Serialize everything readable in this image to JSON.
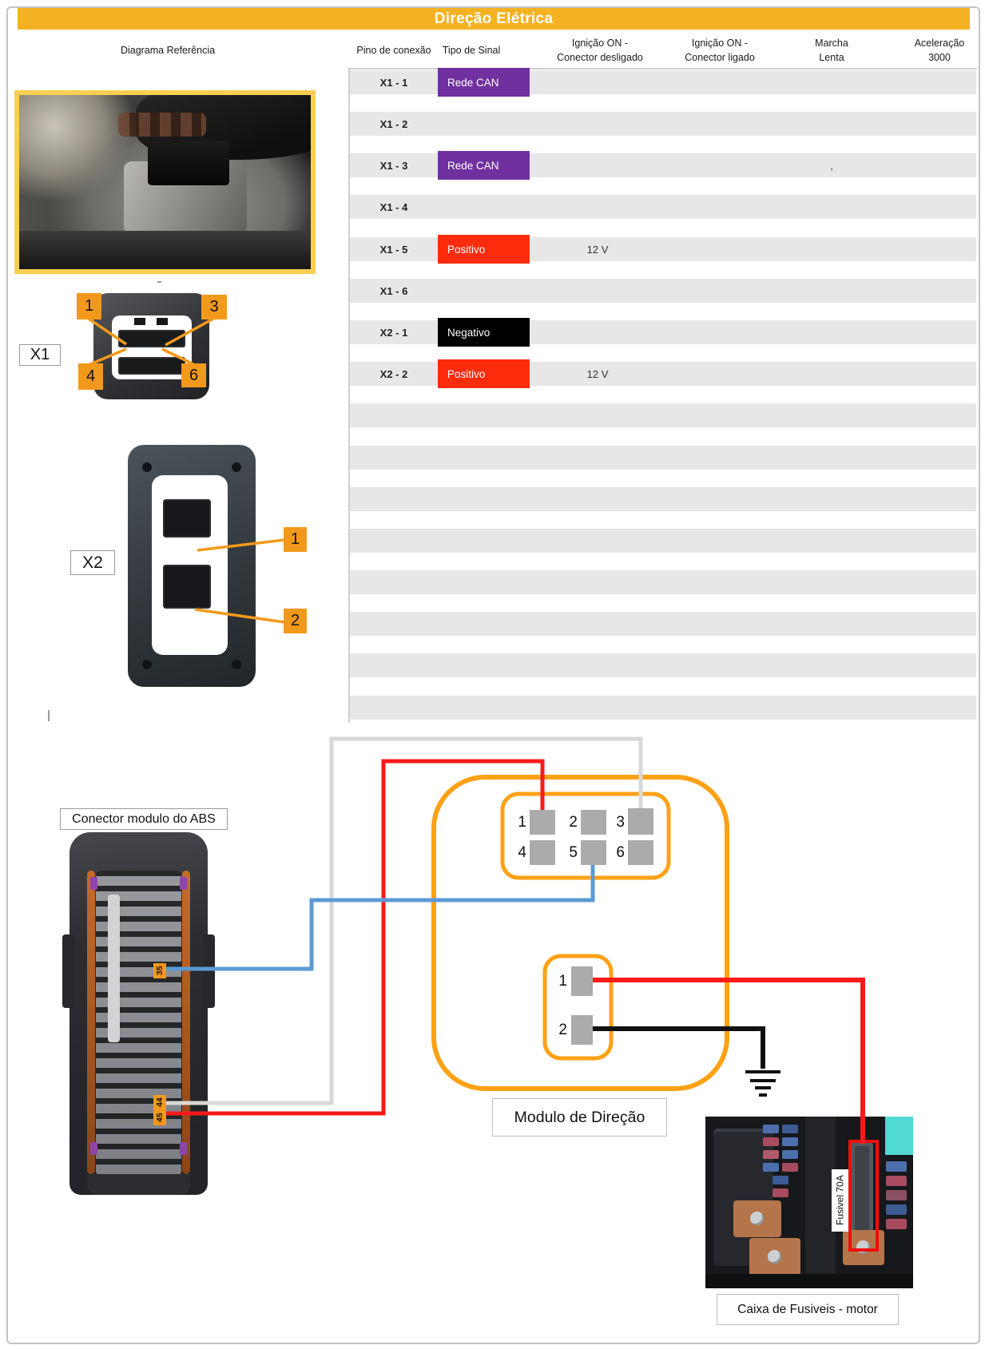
{
  "colors": {
    "header_gold": "#f4b223",
    "photo_border_yellow": "#f9ce52",
    "tag_orange": "#f2991c",
    "module_orange": "#ffa115",
    "wire_red": "#f81a1a",
    "wire_blue": "#5b9bd5",
    "wire_gray": "#d8d8d8",
    "wire_black": "#111111",
    "pin_square_gray": "#ababab",
    "chip_purple": "#7030a0",
    "chip_red": "#fe2b0d",
    "chip_black": "#000000"
  },
  "header": {
    "title": "Direção Elétrica"
  },
  "columns": {
    "diagrama": "Diagrama Referência",
    "pino": "Pino de conexão",
    "sinal": "Tipo de Sinal",
    "ign_desligado": "Ignição ON -\nConector desligado",
    "ign_ligado": "Ignição ON -\nConector ligado",
    "marcha": "Marcha\nLenta",
    "aceleracao": "Aceleração\n3000"
  },
  "rows": [
    {
      "pin": "X1 - 1",
      "signal": "Rede CAN",
      "color": "#7030a0",
      "ign_desligado": "",
      "marcha": ""
    },
    {
      "pin": "X1 - 2"
    },
    {
      "pin": "X1 - 3",
      "signal": "Rede CAN",
      "color": "#7030a0",
      "ign_desligado": "",
      "marcha": ","
    },
    {
      "pin": "X1 - 4"
    },
    {
      "pin": "X1 - 5",
      "signal": "Positivo",
      "color": "#fe2b0d",
      "ign_desligado": "12 V",
      "marcha": ""
    },
    {
      "pin": "X1 - 6"
    },
    {
      "pin": "X2 - 1",
      "signal": "Negativo",
      "color": "#000000",
      "ign_desligado": "",
      "marcha": ""
    },
    {
      "pin": "X2 - 2",
      "signal": "Positivo",
      "color": "#fe2b0d",
      "ign_desligado": "12 V",
      "marcha": ""
    }
  ],
  "connector_x1": {
    "label": "X1",
    "pin_tags": [
      "1",
      "3",
      "4",
      "6"
    ]
  },
  "connector_x2": {
    "label": "X2",
    "pin_tags": [
      "1",
      "2"
    ]
  },
  "abs_connector": {
    "label": "Conector modulo do ABS",
    "pin_tags": [
      "35",
      "44",
      "45"
    ]
  },
  "diagram": {
    "module_label": "Modulo de Direção",
    "connector6_pins": [
      "1",
      "2",
      "3",
      "4",
      "5",
      "6"
    ],
    "connector2_pins": [
      "1",
      "2"
    ],
    "fuse_label": "Fusivel 70A",
    "fusebox_caption": "Caixa de Fusiveis - motor"
  }
}
